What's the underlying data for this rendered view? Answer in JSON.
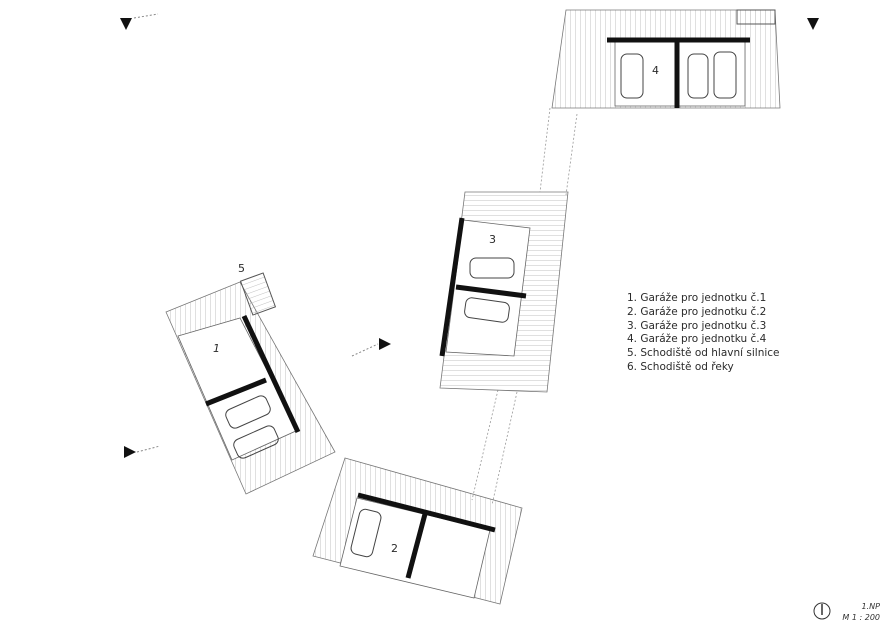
{
  "labels": {
    "unit1": "1",
    "unit2": "2",
    "unit3": "3",
    "unit4": "4",
    "stair5": "5"
  },
  "legend": [
    "1. Garáže pro jednotku č.1",
    "2. Garáže pro jednotku č.2",
    "3. Garáže pro jednotku č.3",
    "4. Garáže pro jednotku č.4",
    "5. Schodiště od hlavní silnice",
    "6. Schodiště od řeky"
  ],
  "floor": "1.NP",
  "scale": "M 1 : 200",
  "colors": {
    "wall": "#111111",
    "line": "#555555",
    "hatch": "#9a9a9a"
  }
}
